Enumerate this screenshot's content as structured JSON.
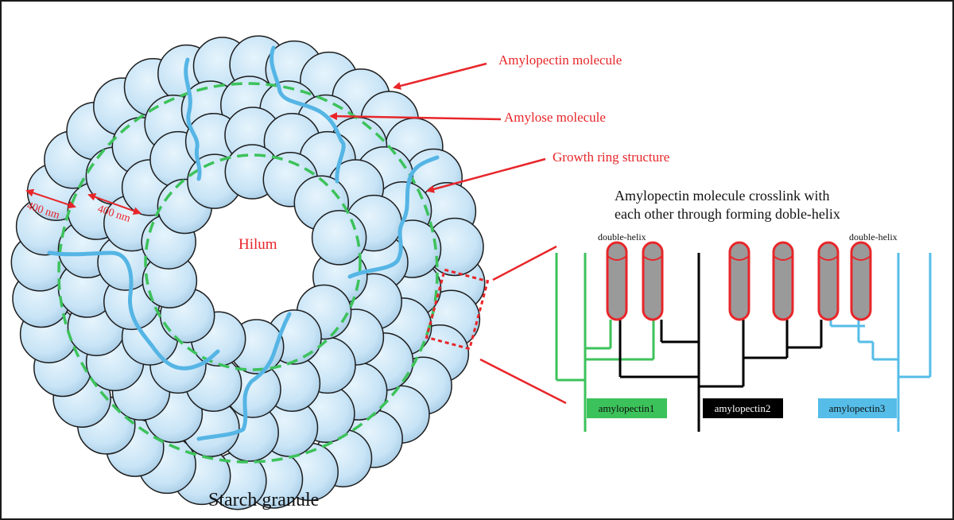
{
  "labels": {
    "amylopectin_molecule": "Amylopectin molecule",
    "amylose_molecule": "Amylose molecule",
    "growth_ring": "Growth ring structure",
    "hilum": "Hilum",
    "scale_outer": "400 nm",
    "scale_inner": "400 nm",
    "caption": "Starch granule"
  },
  "inset": {
    "title_line1": "Amylopectin molecule crosslink with",
    "title_line2": "each other through forming doble-helix",
    "helix_label_left": "double-helix",
    "helix_label_right": "double-helix",
    "legend": [
      {
        "name": "amylopectin1",
        "color": "#3cc25a",
        "text_color": "#111111"
      },
      {
        "name": "amylopectin2",
        "color": "#000000",
        "text_color": "#ffffff"
      },
      {
        "name": "amylopectin3",
        "color": "#55bde8",
        "text_color": "#111111"
      }
    ]
  },
  "colors": {
    "label_red": "#e8262a",
    "bead_fill": "#c9e5f7",
    "amylose_blue": "#55b5e5",
    "ring_green": "#3cc25a",
    "helix_gray": "#9a9a9a"
  }
}
